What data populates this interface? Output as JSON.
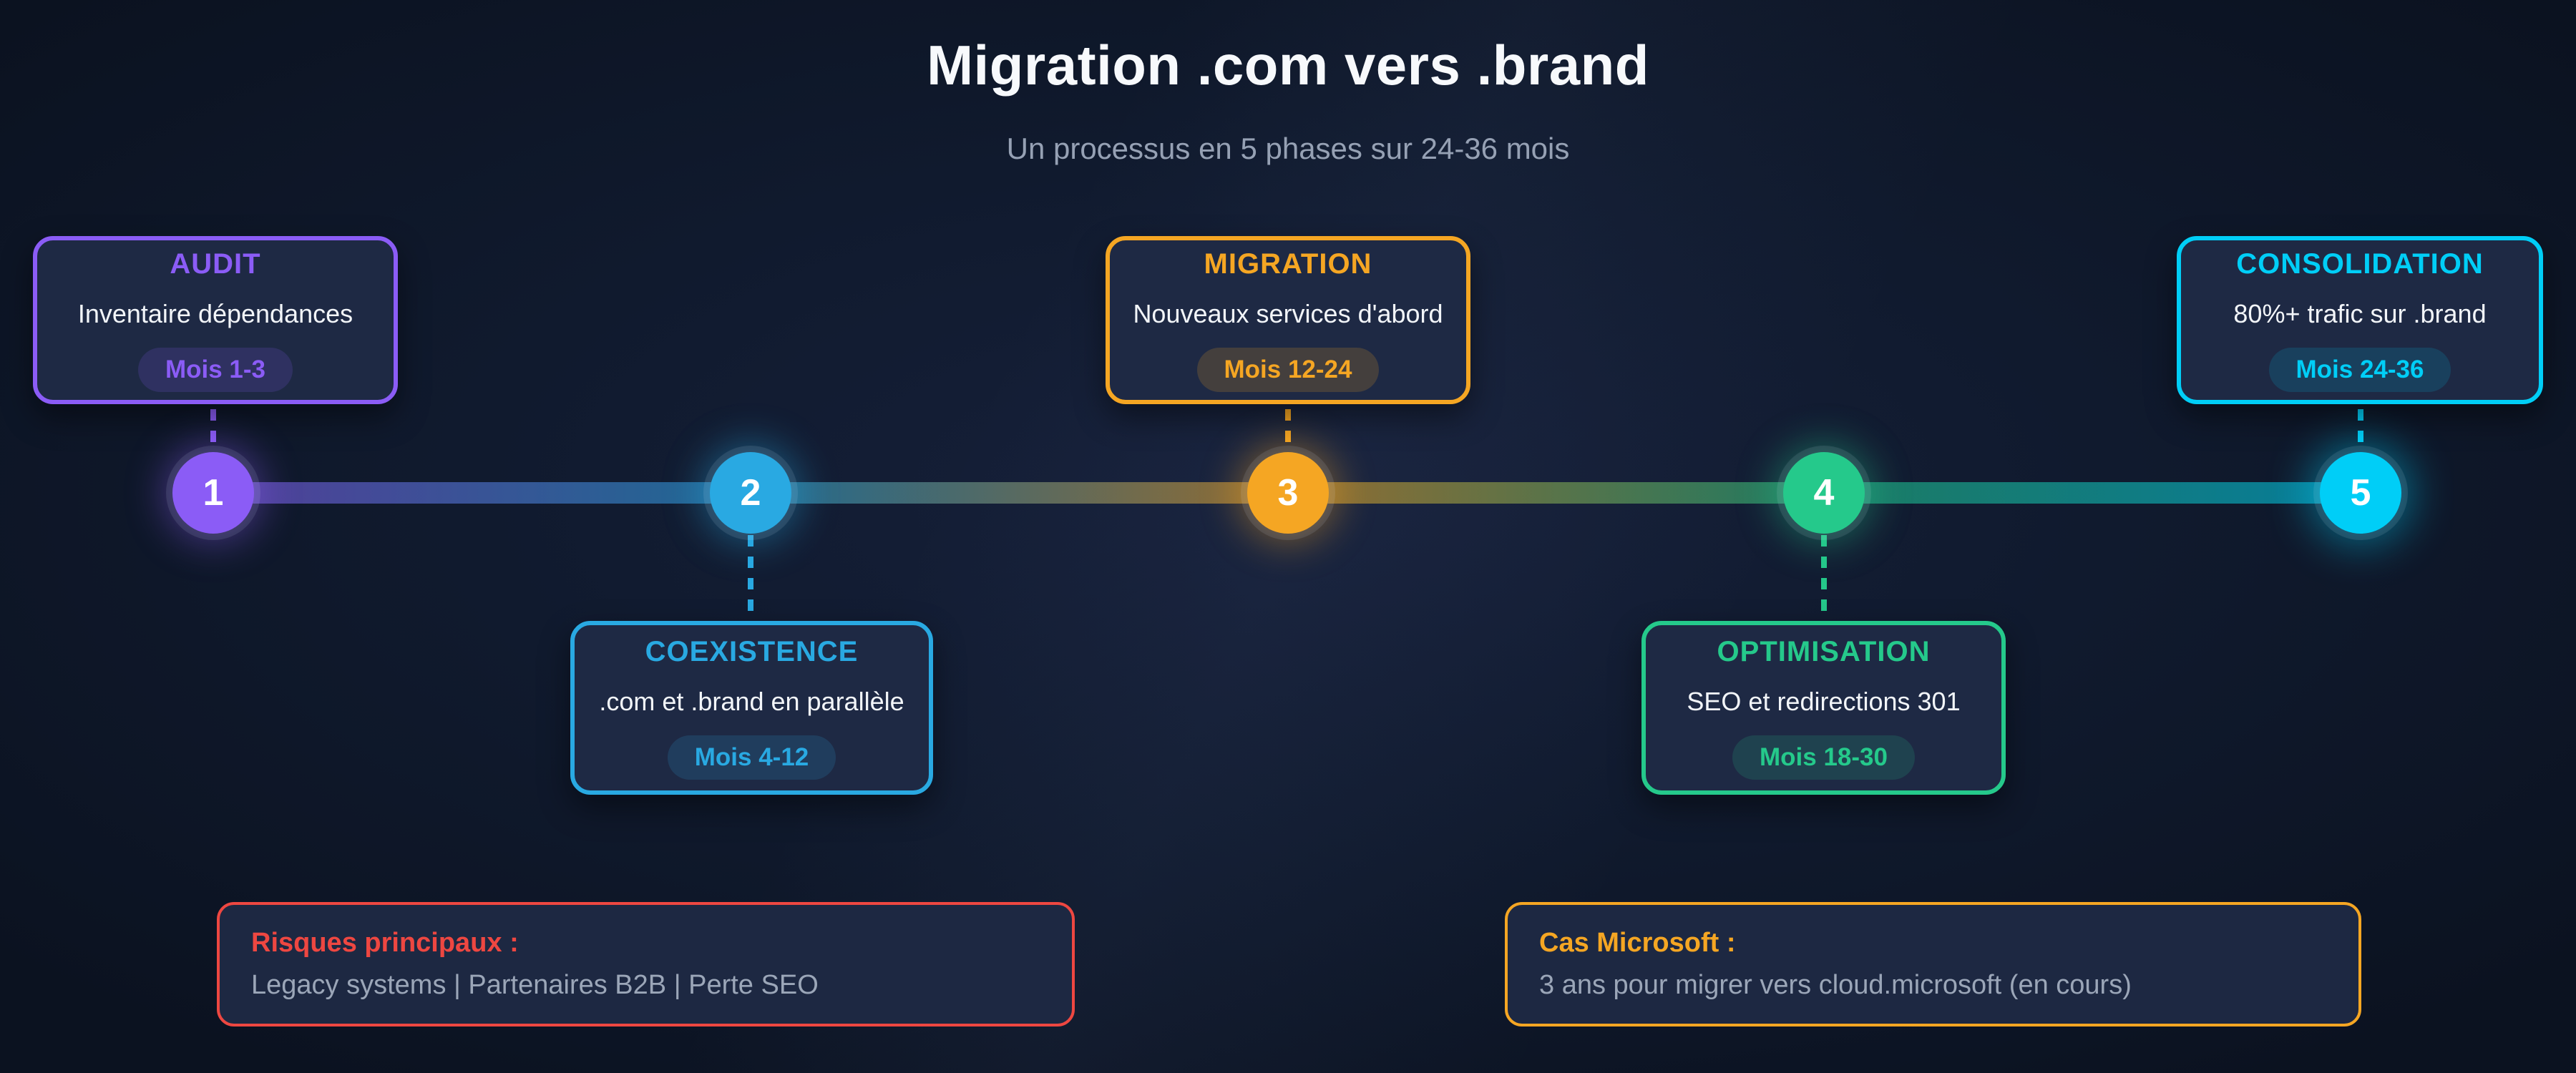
{
  "header": {
    "title": "Migration .com vers .brand",
    "subtitle": "Un processus en 5 phases sur 24-36 mois"
  },
  "timeline": {
    "gradient_colors": [
      "#8b5cf6",
      "#29a9e2",
      "#f5a623",
      "#25c98b",
      "#00cef7"
    ]
  },
  "phases": [
    {
      "number": "1",
      "name": "AUDIT",
      "description": "Inventaire dépendances",
      "badge": "Mois 1-3",
      "color": "#8b5cf6",
      "card_position": "top"
    },
    {
      "number": "2",
      "name": "COEXISTENCE",
      "description": ".com et .brand en parallèle",
      "badge": "Mois 4-12",
      "color": "#29a9e2",
      "card_position": "bottom"
    },
    {
      "number": "3",
      "name": "MIGRATION",
      "description": "Nouveaux services d'abord",
      "badge": "Mois 12-24",
      "color": "#f5a623",
      "card_position": "top"
    },
    {
      "number": "4",
      "name": "OPTIMISATION",
      "description": "SEO et redirections 301",
      "badge": "Mois 18-30",
      "color": "#25c98b",
      "card_position": "bottom"
    },
    {
      "number": "5",
      "name": "CONSOLIDATION",
      "description": "80%+ trafic sur .brand",
      "badge": "Mois 24-36",
      "color": "#00cef7",
      "card_position": "top"
    }
  ],
  "notes": [
    {
      "title": "Risques principaux :",
      "body": "Legacy systems | Partenaires B2B | Perte SEO",
      "color": "#ee4741"
    },
    {
      "title": "Cas Microsoft :",
      "body": "3 ans pour migrer vers cloud.microsoft (en cours)",
      "color": "#f5a623"
    }
  ]
}
